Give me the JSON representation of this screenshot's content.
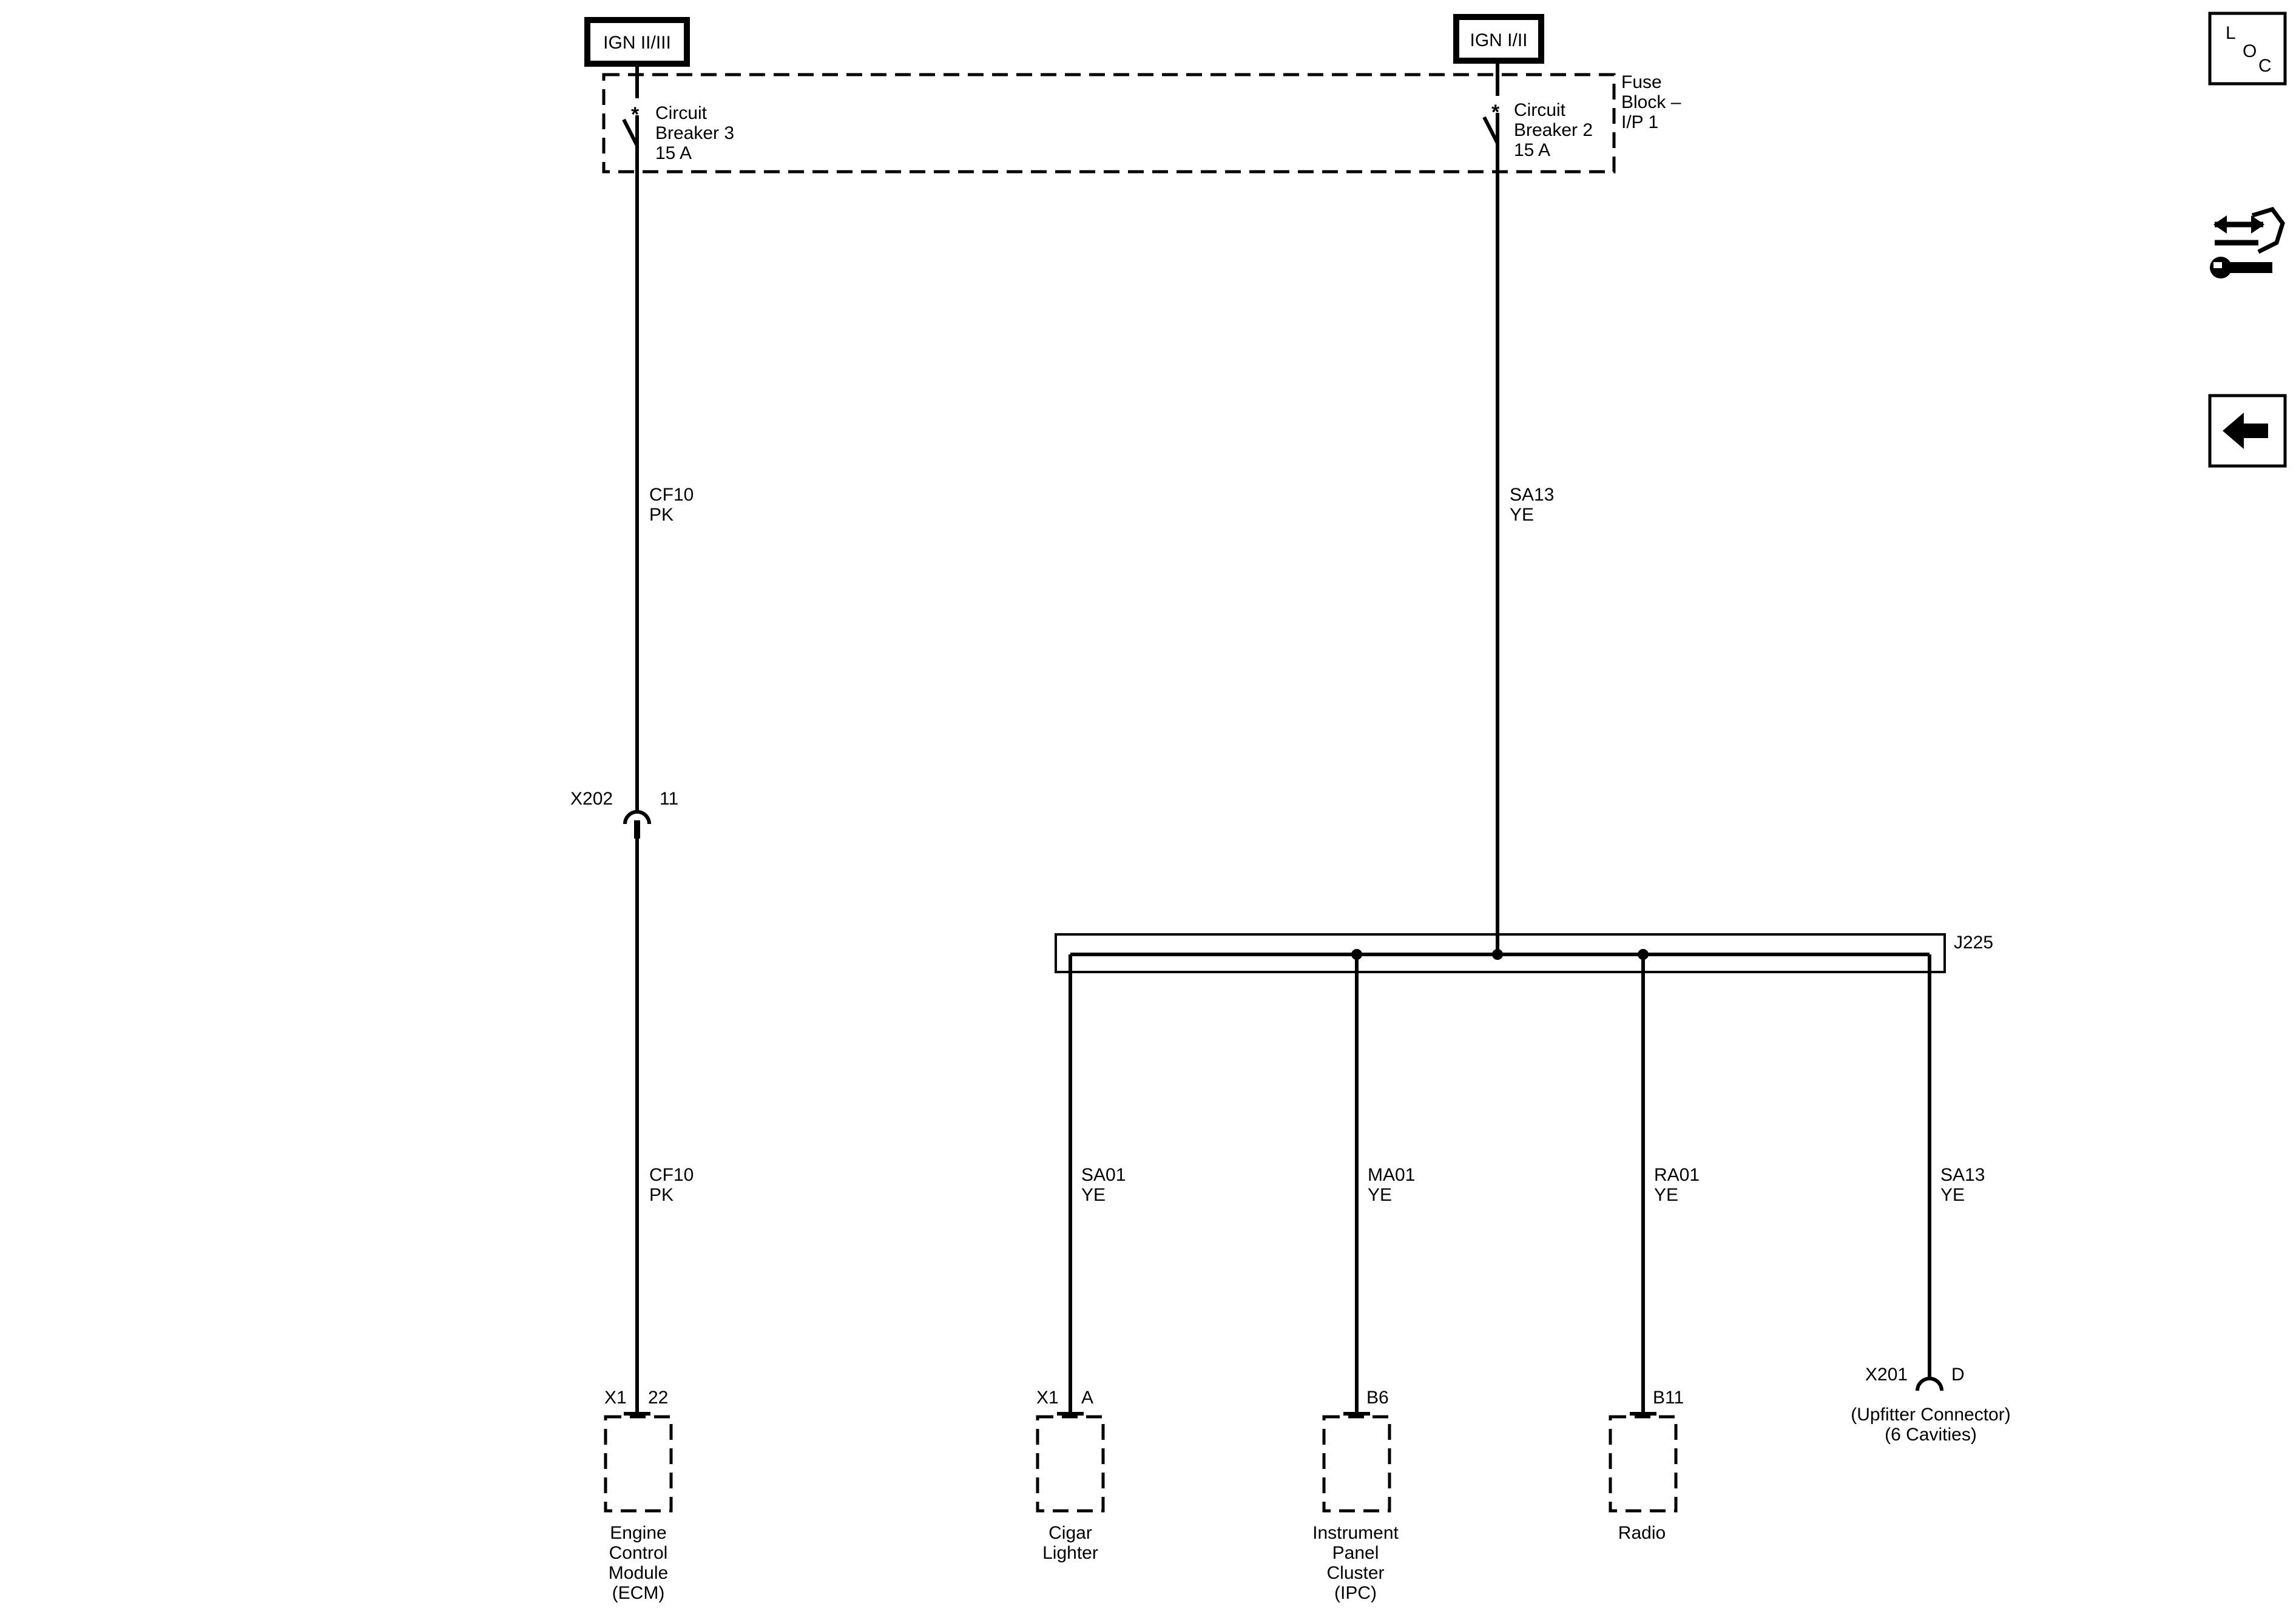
{
  "power_sources": {
    "left": "IGN II/III",
    "right": "IGN I/II"
  },
  "fuse_block": {
    "line1": "Fuse",
    "line2": "Block –",
    "line3": "I/P 1"
  },
  "breakers": {
    "cb3": {
      "line1": "Circuit",
      "line2": "Breaker 3",
      "line3": "15 A"
    },
    "cb2": {
      "line1": "Circuit",
      "line2": "Breaker 2",
      "line3": "15 A"
    }
  },
  "wires": {
    "cf10_upper": {
      "circuit": "CF10",
      "color": "PK"
    },
    "sa13_upper": {
      "circuit": "SA13",
      "color": "YE"
    },
    "cf10_lower": {
      "circuit": "CF10",
      "color": "PK"
    },
    "sa01": {
      "circuit": "SA01",
      "color": "YE"
    },
    "ma01": {
      "circuit": "MA01",
      "color": "YE"
    },
    "ra01": {
      "circuit": "RA01",
      "color": "YE"
    },
    "sa13_lower": {
      "circuit": "SA13",
      "color": "YE"
    }
  },
  "connectors": {
    "x202": {
      "name": "X202",
      "pin": "11"
    },
    "x201": {
      "name": "X201",
      "pin": "D"
    }
  },
  "splice": "J225",
  "components": {
    "ecm": {
      "connector": "X1",
      "pin": "22",
      "line1": "Engine",
      "line2": "Control",
      "line3": "Module",
      "line4": "(ECM)"
    },
    "cigar": {
      "connector": "X1",
      "pin": "A",
      "line1": "Cigar",
      "line2": "Lighter"
    },
    "ipc": {
      "pin": "B6",
      "line1": "Instrument",
      "line2": "Panel",
      "line3": "Cluster",
      "line4": "(IPC)"
    },
    "radio": {
      "pin": "B11",
      "line1": "Radio"
    },
    "upfitter": {
      "line1": "(Upfitter Connector)",
      "line2": "(6 Cavities)"
    }
  },
  "nav": {
    "loc_l": "L",
    "loc_o": "O",
    "loc_c": "C",
    "icons": [
      "loc-icon",
      "connector-tool-icon",
      "back-arrow-icon"
    ]
  }
}
